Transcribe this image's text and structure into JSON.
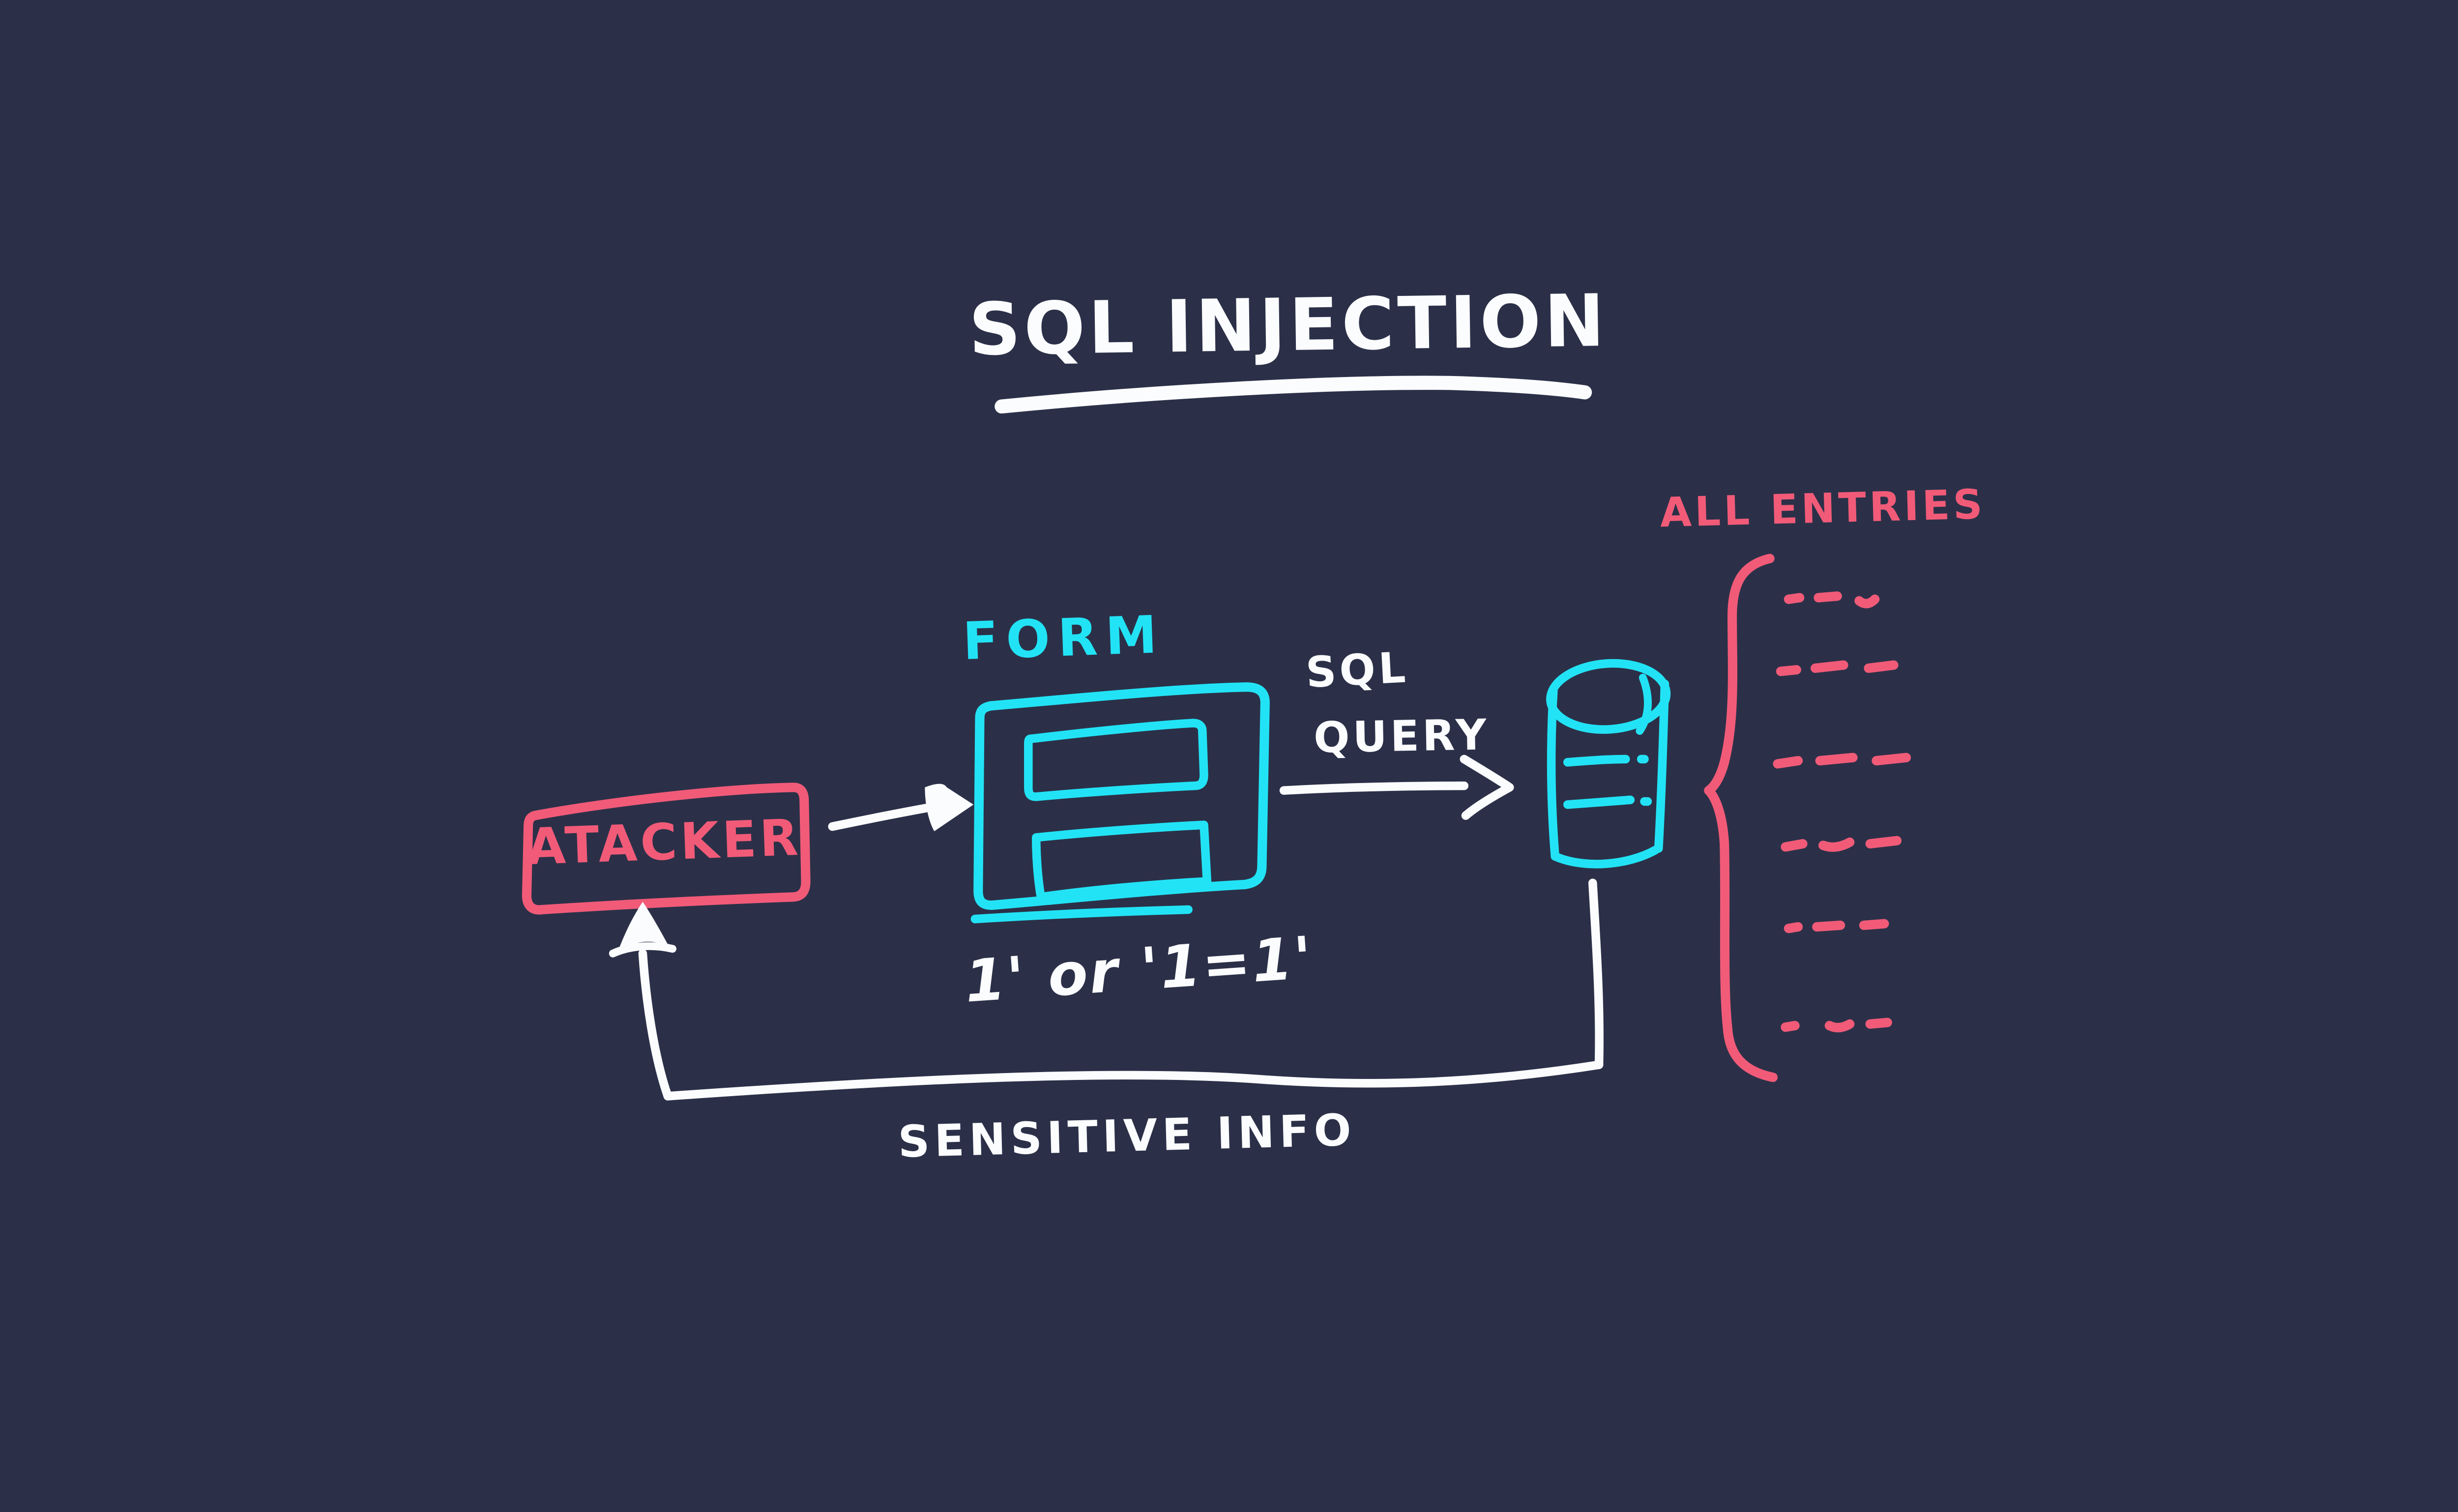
{
  "title": "SQL INJECTION",
  "nodes": {
    "attacker": {
      "label": "ATACKER",
      "color": "#f15b78"
    },
    "form": {
      "label": "FORM",
      "color": "#22e3f5"
    },
    "database": {
      "icon": "database-cylinder-icon",
      "color": "#22e3f5"
    }
  },
  "labels": {
    "sql_query_line1": "SQL",
    "sql_query_line2": "QUERY",
    "sensitive_info": "SENSITIVE INFO",
    "all_entries": "ALL ENTRIES",
    "injection_string": "1' or '1=1'"
  },
  "colors": {
    "background": "#2b3048",
    "pink": "#f15b78",
    "cyan": "#22e3f5",
    "ink": "#fbfcfe"
  }
}
